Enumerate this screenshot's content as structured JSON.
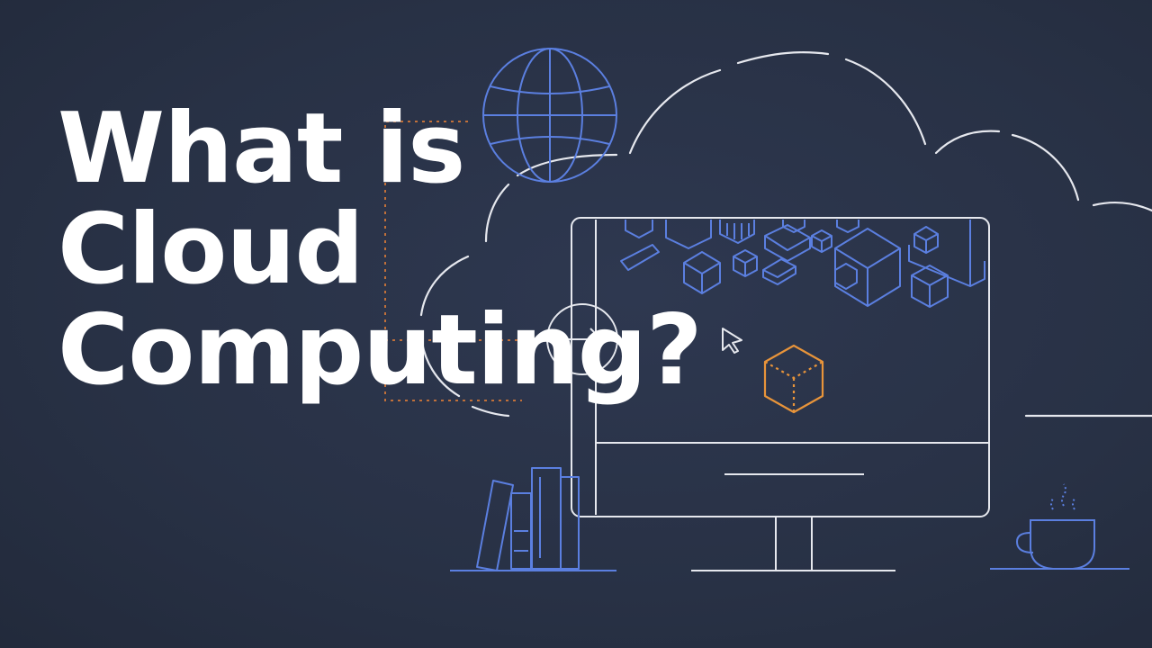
{
  "headline": {
    "line1": "What is",
    "line2": "Cloud",
    "line3": "Computing?"
  },
  "colors": {
    "background": "#283145",
    "headline": "#ffffff",
    "line_white": "#e6e8ee",
    "line_blue": "#5b7fe0",
    "accent_orange": "#e8943a",
    "dotted_orange": "#c0703a"
  },
  "icons": [
    "globe-icon",
    "cloud-outline-icon",
    "monitor-icon",
    "cube-icon",
    "arrow-circle-icon",
    "cursor-icon",
    "books-icon",
    "coffee-cup-icon"
  ]
}
